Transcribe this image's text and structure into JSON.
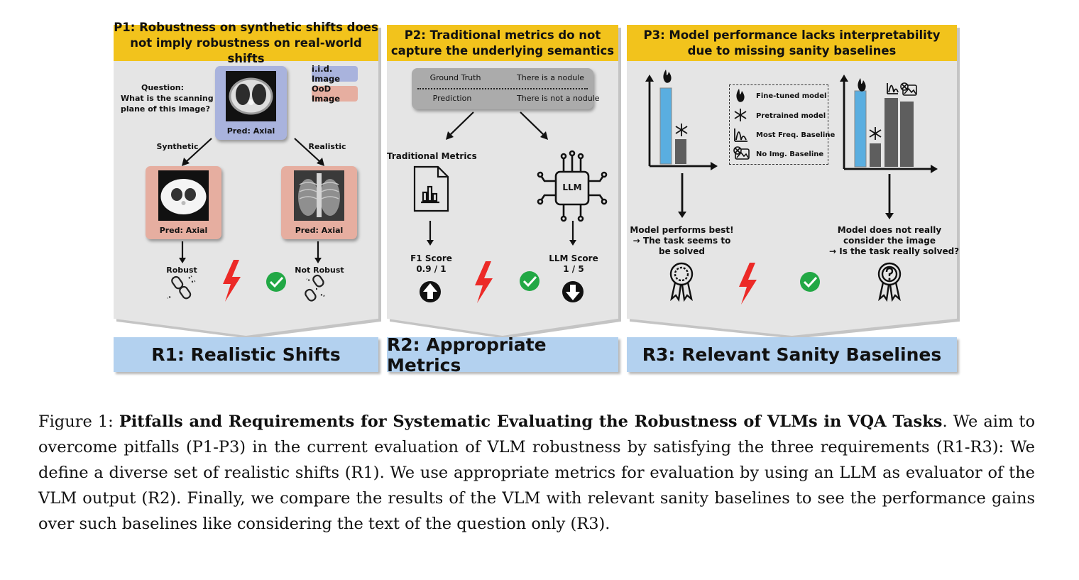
{
  "p1": {
    "header_line1": "P1: Robustness on synthetic shifts does",
    "header_line2": "not imply robustness on real-world shifts",
    "question_line1": "Question:",
    "question_line2": "What is the scanning",
    "question_line3": "plane of this image?",
    "iid_tag": "i.i.d. Image",
    "ood_tag": "OoD Image",
    "pred_top": "Pred: Axial",
    "synthetic": "Synthetic",
    "realistic": "Realistic",
    "pred_left": "Pred: Axial",
    "pred_right": "Pred: Axial",
    "robust": "Robust",
    "not_robust": "Not Robust"
  },
  "p2": {
    "header_line1": "P2: Traditional metrics do not",
    "header_line2": "capture the underlying semantics",
    "gt_label": "Ground Truth",
    "gt_value": "There is a nodule",
    "pred_label": "Prediction",
    "pred_value": "There is not a nodule",
    "traditional_metrics": "Traditional Metrics",
    "llm_chip": "LLM",
    "f1_label": "F1 Score",
    "f1_value": "0.9 / 1",
    "llm_label": "LLM Score",
    "llm_value": "1 / 5"
  },
  "p3": {
    "header_line1": "P3: Model performance lacks interpretability",
    "header_line2": "due to missing sanity baselines",
    "legend": [
      "Fine-tuned model",
      "Pretrained model",
      "Most Freq. Baseline",
      "No Img. Baseline"
    ],
    "left_text_line1": "Model performs best!",
    "left_text_line2": "→ The task seems to",
    "left_text_line3": "be solved",
    "right_text_line1": "Model does not really",
    "right_text_line2": "consider the image",
    "right_text_line3": "→ Is the task really solved?"
  },
  "requirements": {
    "r1": "R1: Realistic Shifts",
    "r2": "R2: Appropriate Metrics",
    "r3": "R3: Relevant Sanity Baselines"
  },
  "caption": {
    "prefix": "Figure 1: ",
    "bold": "Pitfalls and Requirements for Systematic Evaluating the Robustness of VLMs in VQA Tasks",
    "rest": ". We aim to overcome pitfalls (P1-P3) in the current evaluation of VLM robustness by satisfying the three requirements (R1-R3): We define a diverse set of realistic shifts (R1). We use appropriate metrics for evaluation by using an LLM as evaluator of the VLM output (R2). Finally, we compare the results of the VLM with relevant sanity baselines to see the performance gains over such baselines like considering the text of the question only (R3)."
  },
  "colors": {
    "header": "#f2c31c",
    "panel": "#e5e5e5",
    "requirement": "#b3d1ef",
    "iid": "#a9b3dd",
    "ood": "#e6aea0",
    "bolt": "#ec2a27",
    "check": "#22a845",
    "finetuned_bar": "#5aaee0",
    "baseline_bar": "#5e5e5e"
  }
}
